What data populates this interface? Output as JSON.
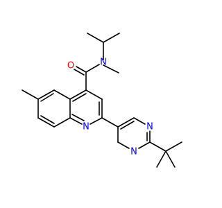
{
  "molecule": {
    "atoms": {
      "O1": "O",
      "N_amide": "N",
      "N_quin": "N",
      "N_pym_top": "N",
      "N_pym_bottom": "N"
    }
  },
  "colors": {
    "bond": "#000000",
    "oxygen": "#ff0000",
    "nitrogen": "#0000ff",
    "background": "#ffffff"
  }
}
